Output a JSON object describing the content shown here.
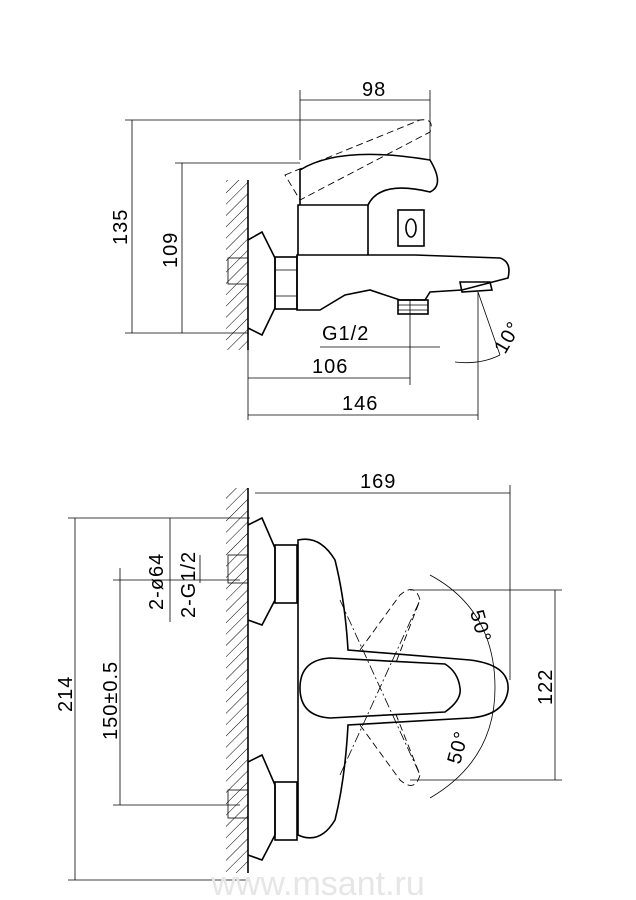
{
  "side_view": {
    "dims": {
      "width_lever": "98",
      "height_total": "135",
      "height_body": "109",
      "thread": "G1/2",
      "angle": "10°",
      "depth_outlet": "106",
      "depth_total": "146"
    }
  },
  "top_view": {
    "dims": {
      "width_total": "169",
      "flange_dia": "2-ø64",
      "thread": "2-G1/2",
      "height_total": "214",
      "center_distance": "150±0.5",
      "lever_travel": "122",
      "angle_up": "50°",
      "angle_down": "50°"
    }
  },
  "watermark": "www.msant.ru"
}
